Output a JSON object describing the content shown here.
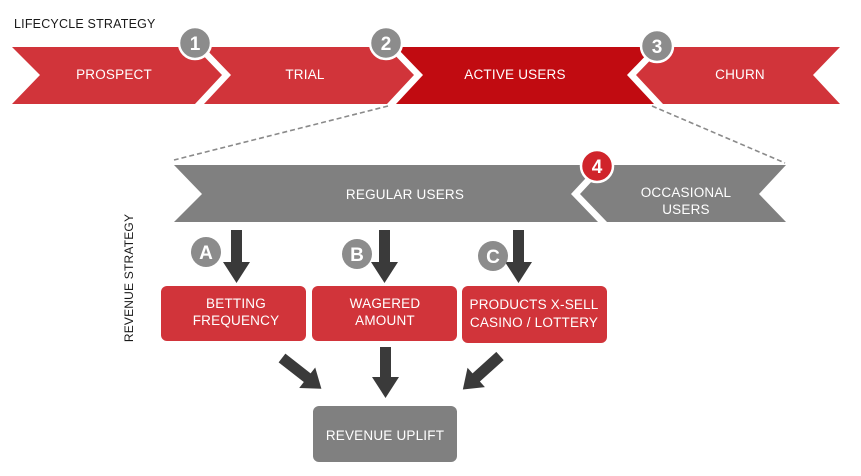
{
  "colors": {
    "red": "#d1343a",
    "red_active": "#c10b11",
    "gray": "#808080",
    "badge_gray": "#8c8c8c",
    "badge_red": "#d0242b",
    "arrow": "#3a3a3a",
    "text_dark": "#1a1a1a",
    "text_light": "#ffffff"
  },
  "lifecycle": {
    "title": "LIFECYCLE STRATEGY",
    "stages": [
      "PROSPECT",
      "TRIAL",
      "ACTIVE USERS",
      "CHURN"
    ]
  },
  "badges": {
    "b1": "1",
    "b2": "2",
    "b3": "3",
    "b4": "4",
    "bA": "A",
    "bB": "B",
    "bC": "C"
  },
  "segments": {
    "regular": "REGULAR USERS",
    "occasional_line1": "OCCASIONAL",
    "occasional_line2": "USERS"
  },
  "revenue": {
    "axis_label": "REVENUE STRATEGY",
    "betting_line1": "BETTING",
    "betting_line2": "FREQUENCY",
    "wagered_line1": "WAGERED",
    "wagered_line2": "AMOUNT",
    "products_line1": "PRODUCTS X-SELL",
    "products_line2": "CASINO / LOTTERY",
    "uplift": "REVENUE UPLIFT"
  }
}
